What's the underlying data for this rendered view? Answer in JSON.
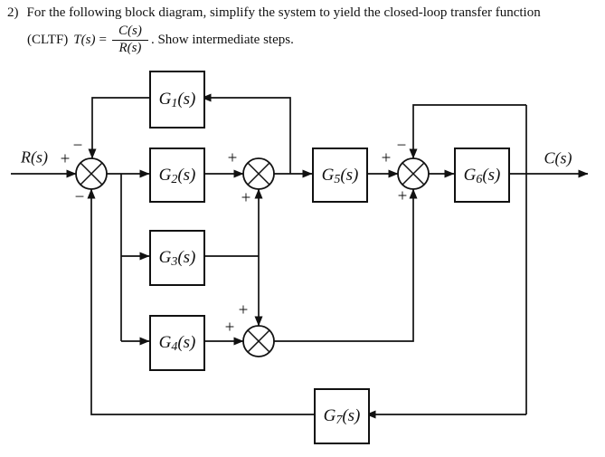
{
  "header": {
    "item_number": "2)",
    "line1": "For the following block diagram, simplify the system to yield the closed-loop transfer function",
    "line2": {
      "pre": "(CLTF)",
      "func": "T(s)",
      "equals": "=",
      "fraction_numerator": "C(s)",
      "fraction_denominator": "R(s)",
      "post": ". Show intermediate steps."
    }
  },
  "diagram": {
    "input_label": "R(s)",
    "output_label": "C(s)",
    "blocks": [
      {
        "id": "G1",
        "base": "G",
        "sub": "1",
        "arg": "(s)"
      },
      {
        "id": "G2",
        "base": "G",
        "sub": "2",
        "arg": "(s)"
      },
      {
        "id": "G3",
        "base": "G",
        "sub": "3",
        "arg": "(s)"
      },
      {
        "id": "G4",
        "base": "G",
        "sub": "4",
        "arg": "(s)"
      },
      {
        "id": "G5",
        "base": "G",
        "sub": "5",
        "arg": "(s)"
      },
      {
        "id": "G6",
        "base": "G",
        "sub": "6",
        "arg": "(s)"
      },
      {
        "id": "G7",
        "base": "G",
        "sub": "7",
        "arg": "(s)"
      }
    ],
    "signs": [
      {
        "at": "sum1-left-from-R",
        "sign": "+"
      },
      {
        "at": "sum1-top-from-G1",
        "sign": "−"
      },
      {
        "at": "sum1-bottom-from-G7",
        "sign": "−"
      },
      {
        "at": "sum2-left-from-G2",
        "sign": "+"
      },
      {
        "at": "sum2-bottom-from-G3",
        "sign": "+"
      },
      {
        "at": "sum3-left-from-G5",
        "sign": "+"
      },
      {
        "at": "sum3-top-from-C",
        "sign": "−"
      },
      {
        "at": "sum3-bottom-from-sum4",
        "sign": "+"
      },
      {
        "at": "sum4-top-from-G3",
        "sign": "+"
      },
      {
        "at": "sum4-left-from-G4",
        "sign": "+"
      }
    ]
  }
}
